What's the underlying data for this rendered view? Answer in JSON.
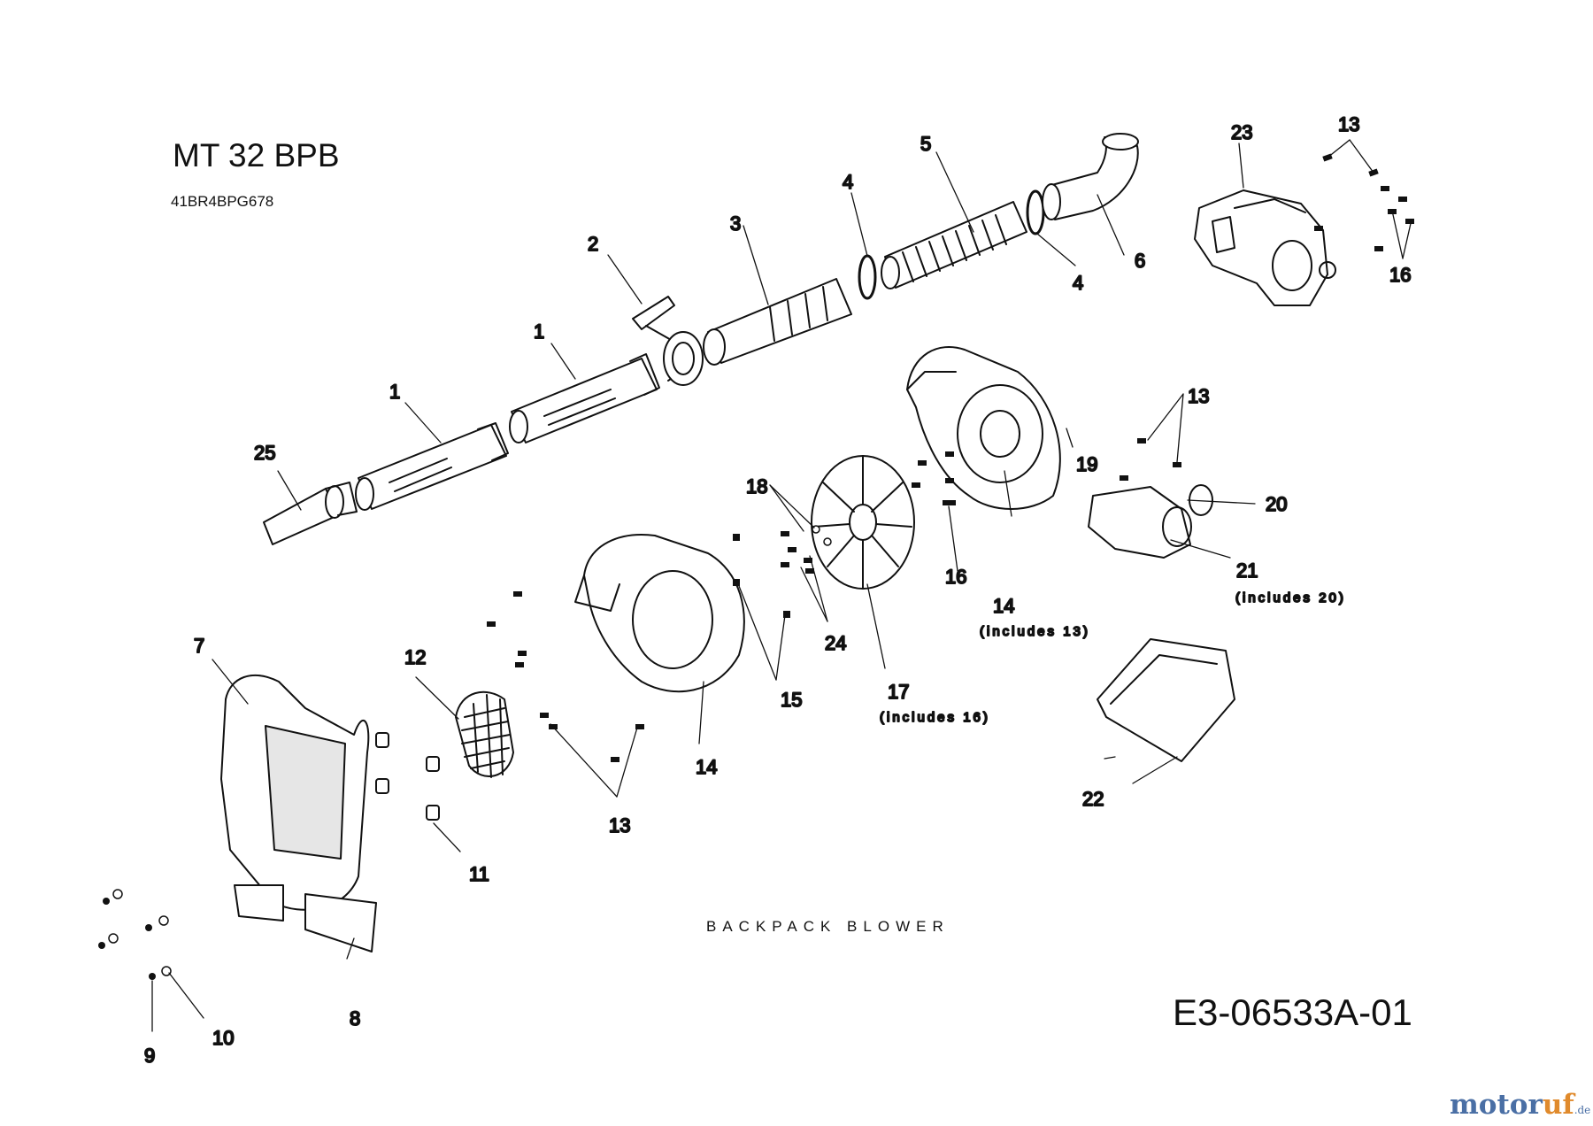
{
  "title": "MT 32 BPB",
  "model_number": "41BR4BPG678",
  "caption": "BACKPACK BLOWER",
  "drawing_number": "E3-06533A-01",
  "logo": {
    "main": "motor",
    "accent": "uf",
    "suffix": ".de"
  },
  "callouts": {
    "c1a": "1",
    "c1b": "1",
    "c2": "2",
    "c3": "3",
    "c4a": "4",
    "c4b": "4",
    "c5": "5",
    "c6": "6",
    "c7": "7",
    "c8": "8",
    "c9": "9",
    "c10": "10",
    "c11": "11",
    "c12": "12",
    "c13a": "13",
    "c13b": "13",
    "c13c": "13",
    "c14a": "14",
    "c14b": "14",
    "c15": "15",
    "c16a": "16",
    "c16b": "16",
    "c17": "17",
    "c18": "18",
    "c19": "19",
    "c20": "20",
    "c21": "21",
    "c22": "22",
    "c23": "23",
    "c24": "24",
    "c25": "25"
  },
  "notes": {
    "n14": "(includes 13)",
    "n17": "(includes 16)",
    "n21": "(includes 20)"
  }
}
